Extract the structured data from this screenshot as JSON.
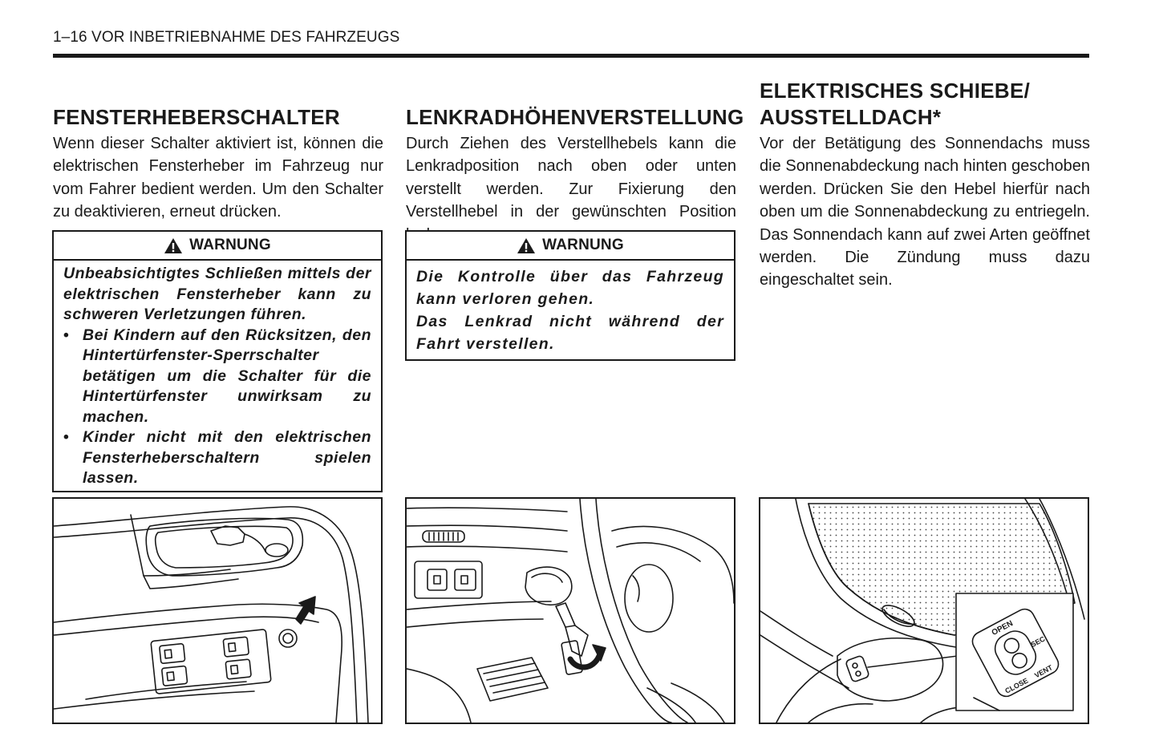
{
  "running_head": "1–16 VOR INBETRIEBNAHME DES FAHRZEUGS",
  "columns": [
    {
      "heading": "FENSTERHEBERSCHALTER",
      "body": "Wenn dieser Schalter aktiviert ist, können die elektrischen Fensterheber im Fahrzeug nur vom Fahrer bedient werden. Um den Schalter zu deaktivieren, erneut drücken.",
      "warning": {
        "label": "WARNUNG",
        "intro": "Unbeabsichtigtes Schließen mittels der elektrischen Fensterheber kann zu schweren Verletzungen führen.",
        "bullets": [
          "Bei Kindern auf den Rücksitzen, den Hintertürfenster-Sperrschalter betätigen um die Schalter für die Hintertürfenster unwirksam zu machen.",
          "Kinder nicht mit den elektrischen Fensterheberschaltern spielen lassen."
        ]
      }
    },
    {
      "heading": "LENKRADHÖHENVERSTELLUNG",
      "body": "Durch Ziehen des Verstellhebels kann die Lenkradposition nach oben oder unten verstellt werden. Zur Fixierung den Verstellhebel in der gewünschten Position loslassen.",
      "warning": {
        "label": "WARNUNG",
        "lines": [
          "Die Kontrolle über das Fahrzeug kann verloren gehen.",
          "Das Lenkrad nicht während der Fahrt verstellen."
        ]
      }
    },
    {
      "heading_line1": "ELEKTRISCHES SCHIEBE/",
      "heading_line2": "AUSSTELLDACH*",
      "body": "Vor der Betätigung des Sonnendachs muss die Sonnenabdeckung nach hinten geschoben werden. Drücken Sie den Hebel hierfür nach oben um die Sonnenabdeckung zu entriegeln. Das Sonnendach kann auf zwei Arten geöffnet werden. Die Zündung muss dazu eingeschaltet sein."
    }
  ],
  "figures": {
    "sunroof_switch": {
      "open": "OPEN",
      "sec": "SEC",
      "close": "CLOSE",
      "vent": "VENT"
    }
  }
}
